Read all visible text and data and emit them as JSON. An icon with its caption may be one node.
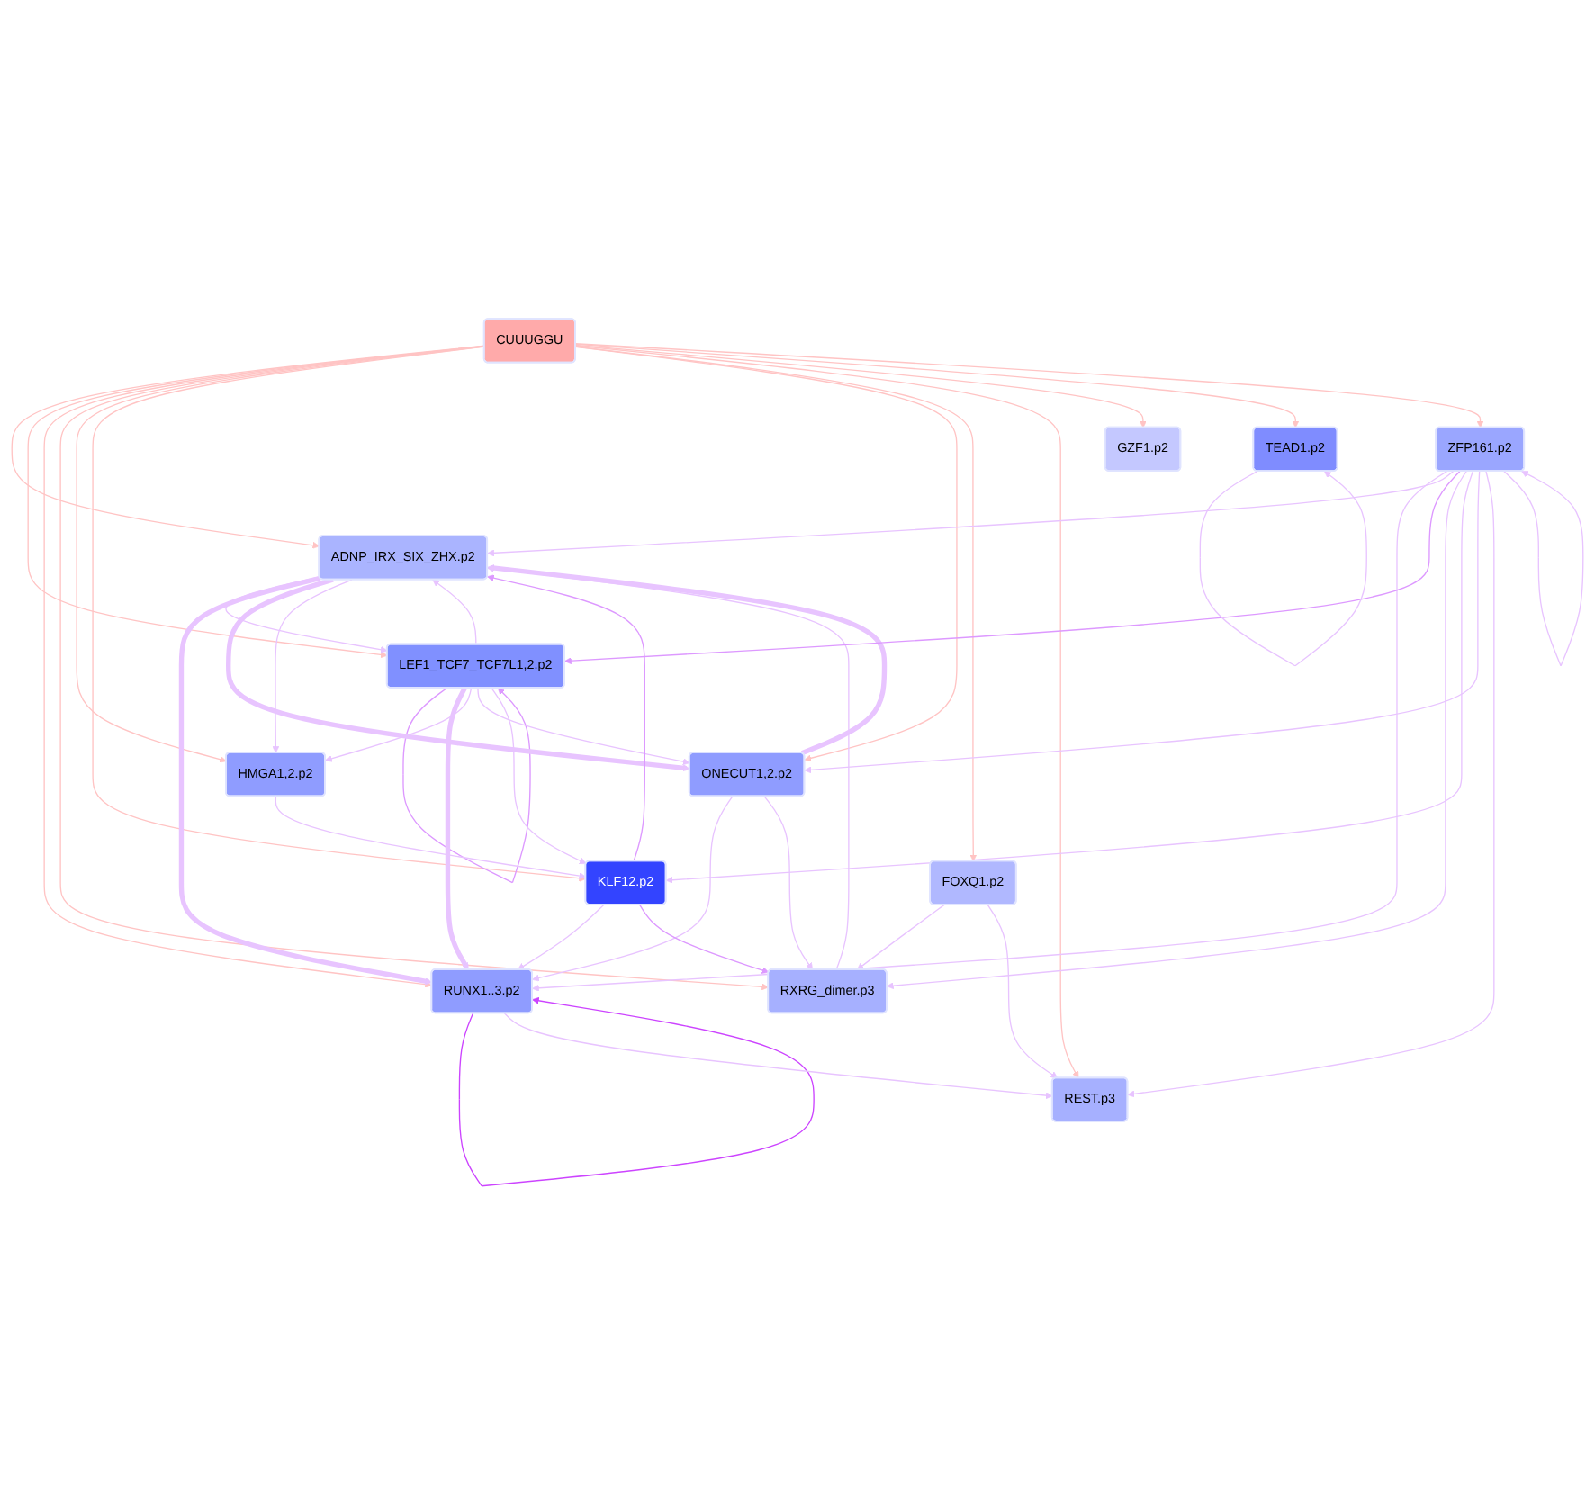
{
  "diagram": {
    "nodes": [
      {
        "text": [
          "CUUUGGU"
        ]
      },
      {
        "text": [
          "ADNP_IRX_SIX_ZHX.p2"
        ]
      },
      {
        "text": [
          "LEF1_TCF7_TCF7L1,2.p2"
        ]
      },
      {
        "text": [
          "RUNX1..3.p2"
        ]
      },
      {
        "text": [
          "RXRG_dimer.p3"
        ]
      },
      {
        "text": [
          "HMGA1,2.p2"
        ]
      },
      {
        "text": [
          "KLF12.p2"
        ]
      },
      {
        "text": [
          "ONECUT1,2.p2"
        ]
      },
      {
        "text": [
          "FOXQ1.p2"
        ]
      },
      {
        "text": [
          "REST.p3"
        ]
      },
      {
        "text": [
          "GZF1.p2"
        ]
      },
      {
        "text": [
          "TEAD1.p2"
        ]
      },
      {
        "text": [
          "ZFP161.p2"
        ]
      }
    ],
    "edges": [
      {
        "from": 0,
        "to": 1,
        "arrow": "to",
        "color": "#ffc4c4"
      },
      {
        "from": 0,
        "to": 2,
        "arrow": "to",
        "color": "#ffc4c4"
      },
      {
        "from": 0,
        "to": 3,
        "arrow": "to",
        "color": "#ffc4c4"
      },
      {
        "from": 0,
        "to": 4,
        "arrow": "to",
        "color": "#ffc4c4"
      },
      {
        "from": 0,
        "to": 5,
        "arrow": "to",
        "color": "#ffc4c4"
      },
      {
        "from": 0,
        "to": 6,
        "arrow": "to",
        "color": "#ffc4c4"
      },
      {
        "from": 0,
        "to": 7,
        "arrow": "to",
        "color": "#ffc4c4"
      },
      {
        "from": 0,
        "to": 8,
        "arrow": "to",
        "color": "#ffc4c4"
      },
      {
        "from": 0,
        "to": 9,
        "arrow": "to",
        "color": "#ffc4c4"
      },
      {
        "from": 0,
        "to": 10,
        "arrow": "to",
        "color": "#ffc4c4"
      },
      {
        "from": 0,
        "to": 11,
        "arrow": "to",
        "color": "#ffc4c4"
      },
      {
        "from": 0,
        "to": 12,
        "arrow": "to",
        "color": "#ffc4c4"
      },
      {
        "from": 1,
        "to": 2,
        "arrow": "to"
      },
      {
        "from": 2,
        "to": 1,
        "arrow": "to"
      },
      {
        "from": 2,
        "to": 2,
        "arrow": "to",
        "color": "#dd99ff"
      },
      {
        "from": 3,
        "to": 3,
        "arrow": "to",
        "color": "#cc44ff"
      },
      {
        "from": 1,
        "to": 3,
        "arrow": "to",
        "style": "thick"
      },
      {
        "from": 2,
        "to": 3,
        "arrow": "to",
        "style": "thick"
      },
      {
        "from": 1,
        "to": 7,
        "arrow": "to",
        "style": "thick"
      },
      {
        "from": 7,
        "to": 1,
        "arrow": "to",
        "style": "thick"
      },
      {
        "from": 1,
        "to": 5,
        "arrow": "to"
      },
      {
        "from": 2,
        "to": 5,
        "arrow": "to"
      },
      {
        "from": 2,
        "to": 7,
        "arrow": "to"
      },
      {
        "from": 3,
        "to": 9,
        "arrow": "to"
      },
      {
        "from": 7,
        "to": 3,
        "arrow": "to"
      },
      {
        "from": 12,
        "to": 3,
        "arrow": "to"
      },
      {
        "from": 6,
        "to": 3,
        "arrow": "to"
      },
      {
        "from": 6,
        "to": 1,
        "arrow": "to",
        "color": "#dd99ff"
      },
      {
        "from": 4,
        "to": 1,
        "arrow": "to"
      },
      {
        "from": 2,
        "to": 6,
        "arrow": "to"
      },
      {
        "from": 12,
        "to": 1,
        "arrow": "to"
      },
      {
        "from": 12,
        "to": 2,
        "arrow": "to",
        "color": "#dd99ff"
      },
      {
        "from": 12,
        "to": 4,
        "arrow": "to"
      },
      {
        "from": 12,
        "to": 6,
        "arrow": "to"
      },
      {
        "from": 8,
        "to": 4,
        "arrow": "to"
      },
      {
        "from": 8,
        "to": 9,
        "arrow": "to"
      },
      {
        "from": 6,
        "to": 4,
        "arrow": "to",
        "color": "#dd99ff"
      },
      {
        "from": 7,
        "to": 4,
        "arrow": "to"
      },
      {
        "from": 5,
        "to": 6,
        "arrow": "to"
      },
      {
        "from": 12,
        "to": 7,
        "arrow": "to"
      },
      {
        "from": 12,
        "to": 9,
        "arrow": "to"
      },
      {
        "from": 12,
        "to": 12,
        "arrow": "to"
      },
      {
        "from": 11,
        "to": 11,
        "arrow": "to"
      }
    ]
  }
}
